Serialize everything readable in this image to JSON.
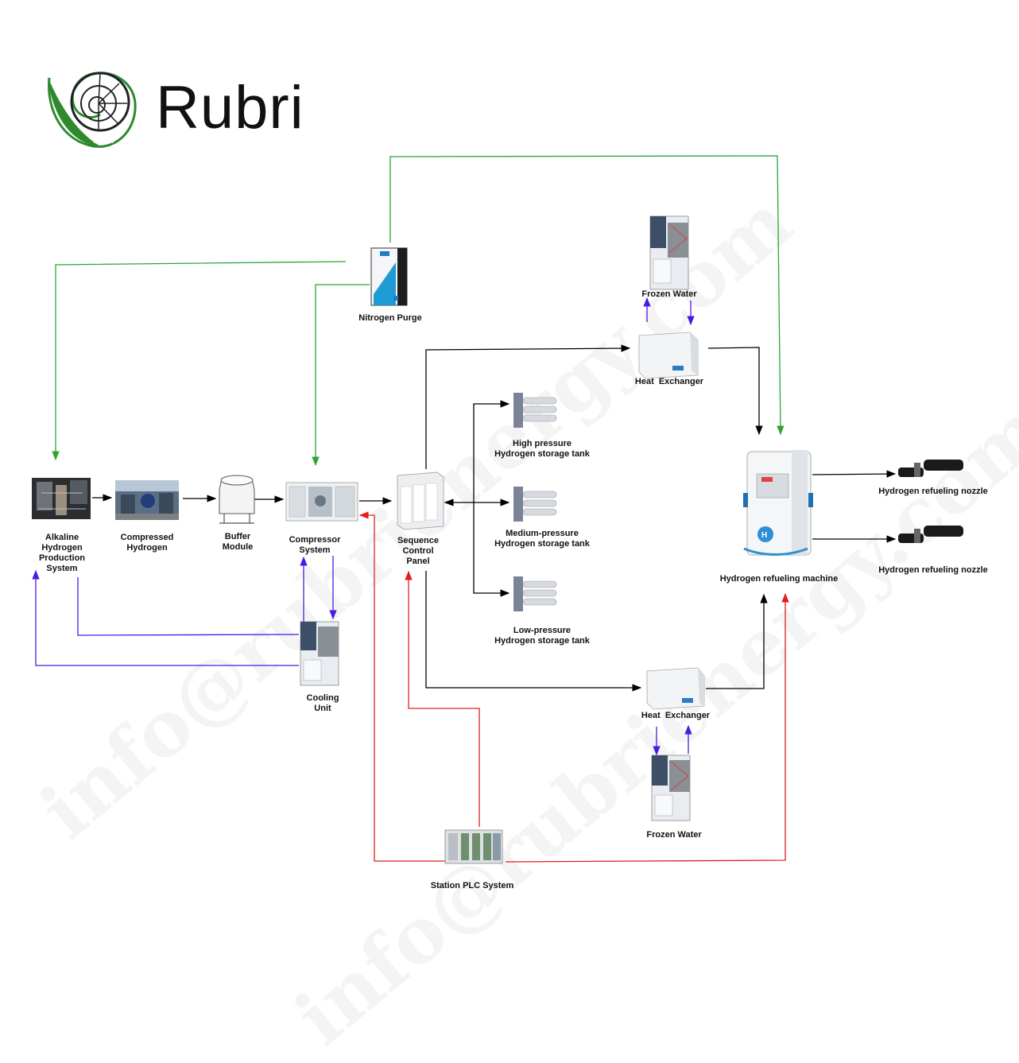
{
  "brand": {
    "name": "Rubri",
    "logo_text": "Rubri"
  },
  "watermark": {
    "text": "info@rubrienergy.com"
  },
  "labels": {
    "nitrogen_purge": "Nitrogen Purge",
    "frozen_water_top": "Frozen Water",
    "heat_exchanger_top": "Heat  Exchanger",
    "high_pressure": [
      "High pressure",
      "Hydrogen storage tank"
    ],
    "medium_pressure": [
      "Medium-pressure",
      "Hydrogen storage tank"
    ],
    "low_pressure": [
      "Low-pressure",
      "Hydrogen storage tank"
    ],
    "alkaline": [
      "Alkaline",
      "Hydrogen",
      "Production",
      "System"
    ],
    "compressed": [
      "Compressed",
      "Hydrogen"
    ],
    "buffer": [
      "Buffer",
      "Module"
    ],
    "compressor": [
      "Compressor",
      "System"
    ],
    "sequence": [
      "Sequence",
      "Control",
      "Panel"
    ],
    "cooling": [
      "Cooling",
      "Unit"
    ],
    "dispenser": "Hydrogen refueling machine",
    "nozzle_top": "Hydrogen refueling nozzle",
    "nozzle_bottom": "Hydrogen refueling nozzle",
    "heat_exchanger_bottom": "Heat  Exchanger",
    "frozen_water_bottom": "Frozen Water",
    "plc": "Station PLC System"
  },
  "colors": {
    "hydrogen_flow": "#000000",
    "nitrogen_line": "#2ea52e",
    "cooling_line": "#4b19e6",
    "control_line": "#e02020",
    "logo_green": "#2f8a2f"
  }
}
